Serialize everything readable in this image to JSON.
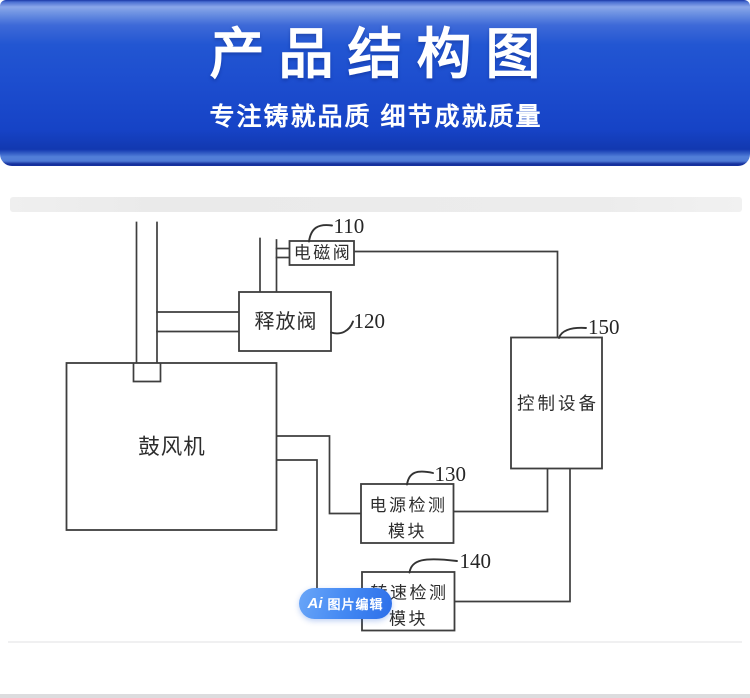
{
  "header": {
    "title": "产品结构图",
    "subtitle": "专注铸就品质 细节成就质量"
  },
  "diagram": {
    "boxes": {
      "solenoid_valve": {
        "label": "电磁阀",
        "ref": "110"
      },
      "release_valve": {
        "label": "释放阀",
        "ref": "120"
      },
      "blower": {
        "label": "鼓风机"
      },
      "control_device": {
        "label": "控制设备",
        "ref": "150"
      },
      "power_module": {
        "line1": "电源检测",
        "line2": "模块",
        "ref": "130"
      },
      "speed_module": {
        "line1": "转速检测",
        "line2": "模块",
        "ref": "140"
      }
    }
  },
  "badge": {
    "logo": "Ai",
    "label": "图片编辑"
  },
  "colors": {
    "banner_blue": "#1d4ecf",
    "banner_dark": "#16339f",
    "line": "#3e3e3e",
    "badge_blue": "#3f85f2"
  }
}
